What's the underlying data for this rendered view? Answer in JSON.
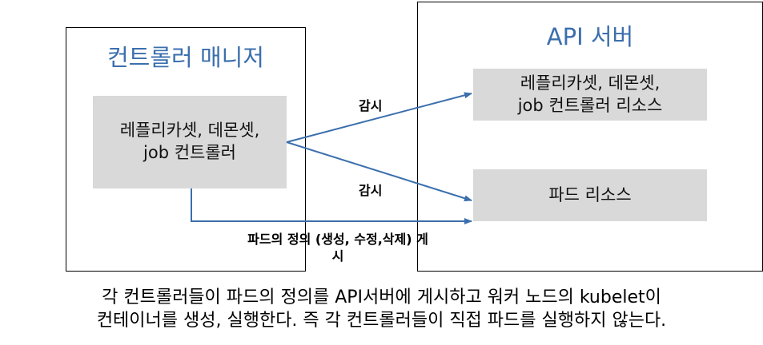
{
  "controller_manager": {
    "title": "컨트롤러 매니저",
    "box_lines": [
      "레플리카셋, 데몬셋,",
      "job 컨트롤러"
    ]
  },
  "api_server": {
    "title": "API 서버",
    "resources_box_lines": [
      "레플리카셋, 데몬셋,",
      "job 컨트롤러 리소스"
    ],
    "pod_box_label": "파드 리소스"
  },
  "arrows": {
    "watch_label_top": "감시",
    "watch_label_bottom": "감시",
    "post_label_lines": [
      "파드의 정의 (생성, 수정,삭제) 게",
      "시"
    ]
  },
  "caption_lines": [
    "각 컨트롤러들이 파드의 정의를 API서버에 게시하고 워커 노드의 kubelet이",
    "컨테이너를 생성, 실행한다. 즉 각 컨트롤러들이 직접 파드를 실행하지 않는다."
  ],
  "colors": {
    "title": "#3b6fad",
    "arrow": "#3b6fad",
    "box_fill": "#d9d9d9"
  }
}
